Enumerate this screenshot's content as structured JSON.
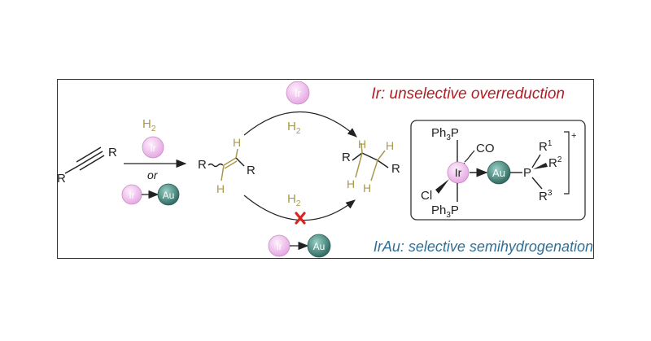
{
  "captions": {
    "ir": "Ir: unselective overreduction",
    "irau": "IrAu: selective semihydrogenation"
  },
  "reagents": {
    "h2": "H",
    "h2_sub": "2",
    "or": "or"
  },
  "metals": {
    "ir": "Ir",
    "au": "Au"
  },
  "atoms": {
    "r": "R",
    "h": "H",
    "cl": "Cl",
    "co": "CO",
    "ph3p": "Ph",
    "ph3p_sub": "3",
    "ph3p_end": "P",
    "p": "P",
    "r1_sup": "1",
    "r2_sup": "2",
    "r3_sup": "3",
    "charge": "+"
  },
  "colors": {
    "ir_fill": "#f2c6ef",
    "au_fill": "#4e8f86",
    "h_color": "#a89a4c",
    "ir_caption": "#b01e23",
    "irau_caption": "#2f6f97",
    "cross": "#d8251f"
  }
}
